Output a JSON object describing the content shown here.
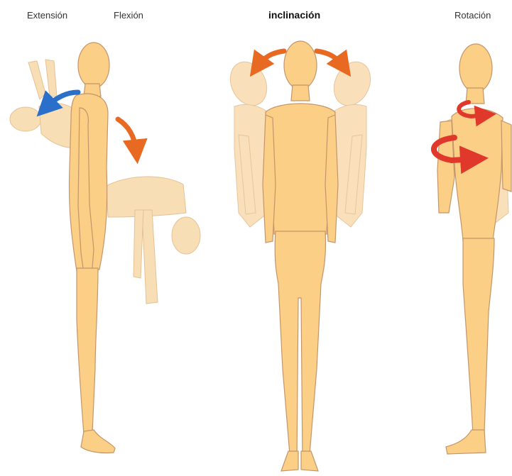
{
  "labels": {
    "extension": "Extensión",
    "flexion": "Flexión",
    "inclination": "inclinación",
    "rotation": "Rotación"
  },
  "colors": {
    "skin": "#FBCF86",
    "skin_ghost": "#F8DBAE",
    "outline": "#C4956A",
    "arrow_extension": "#2A6FC9",
    "arrow_flexion": "#E86A22",
    "arrow_inclination": "#E86A22",
    "arrow_rotation": "#E0392B"
  },
  "icons": {
    "extension": "curved-arrow-left-icon",
    "flexion": "curved-arrow-down-icon",
    "inclination": "double-curved-arrow-icon",
    "rotation": "rotation-arrow-icon"
  }
}
